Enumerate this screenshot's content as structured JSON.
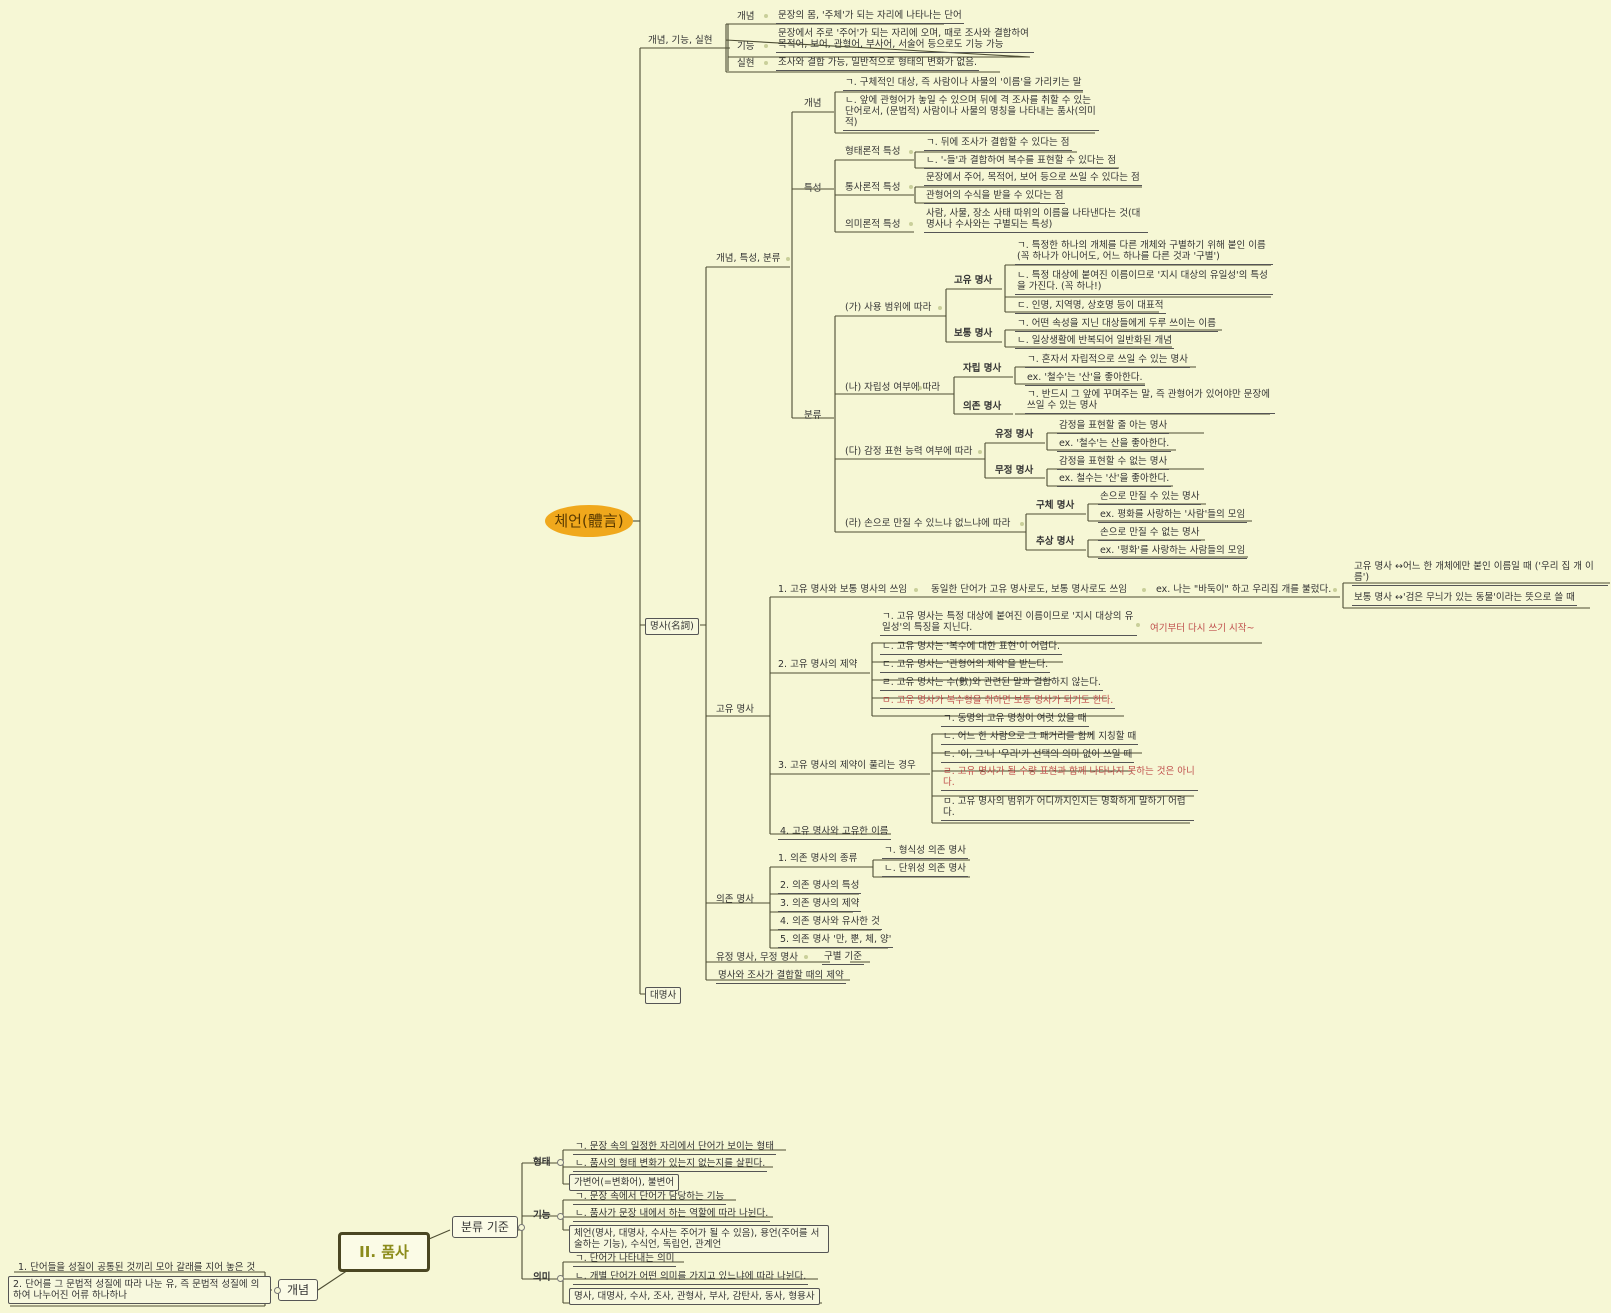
{
  "central": "체언(體言)",
  "branch1": {
    "label": "개념, 기능, 실현",
    "items": [
      {
        "label": "개념",
        "desc": "문장의 몸, '주체'가 되는 자리에 나타나는 단어"
      },
      {
        "label": "기능",
        "desc": "문장에서 주로 '주어'가 되는 자리에 오며, 때로 조사와 결합하여 목적어, 보어, 관형어, 부사어, 서술어 등으로도 기능 가능"
      },
      {
        "label": "실현",
        "desc": "조사와 결합 가능, 일반적으로 형태의 변화가 없음."
      }
    ]
  },
  "noun": {
    "label": "명사(名詞)",
    "overview": {
      "label": "개념, 특성, 분류",
      "concept": {
        "label": "개념",
        "items": [
          "ㄱ. 구체적인 대상, 즉 사람이나 사물의 '이름'을 가리키는 말",
          "ㄴ. 앞에 관형어가 놓일 수 있으며 뒤에 격 조사를 취할 수 있는 단어로서, (문법적) 사람이나 사물의 명칭을 나타내는 품사(의미적)"
        ]
      },
      "traits": {
        "label": "특성",
        "morph": {
          "label": "형태론적 특성",
          "items": [
            "ㄱ. 뒤에 조사가 결합할 수 있다는 점",
            "ㄴ. '-들'과 결합하여 복수를 표현할 수 있다는 점"
          ]
        },
        "syntax": {
          "label": "통사론적 특성",
          "items": [
            "문장에서 주어, 목적어, 보어 등으로 쓰일 수 있다는 점",
            "관형어의 수식을 받을 수 있다는 점"
          ]
        },
        "meaning": {
          "label": "의미론적 특성",
          "desc": "사람, 사물, 장소 사태 따위의 이름을 나타낸다는 것(대명사나 수사와는 구별되는 특성)"
        }
      },
      "classification": {
        "label": "분류",
        "scope": {
          "label": "(가) 사용 범위에 따라",
          "proper": {
            "label": "고유 명사",
            "items": [
              "ㄱ. 특정한 하나의 개체를 다른 개체와 구별하기 위해 붙인 이름 (꼭 하나가 아니어도, 어느 하나를 다른 것과 '구별')",
              "ㄴ. 특정 대상에 붙여진 이름이므로 '지시 대상의 유일성'의 특성을 가진다. (꼭 하나!)",
              "ㄷ. 인명, 지역명, 상호명 등이 대표적"
            ]
          },
          "common": {
            "label": "보통 명사",
            "items": [
              "ㄱ. 어떤 속성을 지닌 대상들에게 두루 쓰이는 이름",
              "ㄴ. 일상생활에 반복되어 일반화된 개념"
            ]
          }
        },
        "indep": {
          "label": "(나) 자립성 여부에 따라",
          "free": {
            "label": "자립 명사",
            "items": [
              "ㄱ. 혼자서 자립적으로 쓰일 수 있는 명사",
              "ex. '철수'는 '산'을 좋아한다."
            ]
          },
          "bound": {
            "label": "의존 명사",
            "desc": "ㄱ. 반드시 그 앞에 꾸며주는 말, 즉 관형어가 있어야만 문장에 쓰일 수 있는 명사"
          }
        },
        "emotion": {
          "label": "(다) 감정 표현 능력 여부에 따라",
          "animate": {
            "label": "유정 명사",
            "items": [
              "감정을 표현할 줄 아는 명사",
              "ex. '철수'는 산을 좋아한다."
            ]
          },
          "inanimate": {
            "label": "무정 명사",
            "items": [
              "감정을 표현할 수 없는 명사",
              "ex. 철수는 '산'을 좋아한다."
            ]
          }
        },
        "touch": {
          "label": "(라) 손으로 만질 수 있느냐 없느냐에 따라",
          "concrete": {
            "label": "구체 명사",
            "items": [
              "손으로 만질 수 있는 명사",
              "ex. 평화를 사랑하는 '사람'들의 모임"
            ]
          },
          "abstract": {
            "label": "추상 명사",
            "items": [
              "손으로 만질 수 없는 명사",
              "ex. '평화'를 사랑하는 사람들의 모임"
            ]
          }
        }
      }
    },
    "proper_noun": {
      "label": "고유 명사",
      "usage": {
        "label": "1. 고유 명사와 보통 명사의 쓰임",
        "desc": "동일한 단어가 고유 명사로도, 보통 명사로도 쓰임",
        "example": "ex. 나는 \"바둑이\" 하고 우리집 개를 불렀다.",
        "notes": [
          "고유 명사 ↔어느 한 개체에만 붙인 이름일 때 ('우리 집 개 이름')",
          "보통 명사 ↔'검은 무늬가 있는 동물'이라는 뜻으로 쓸 때"
        ]
      },
      "limits": {
        "label": "2. 고유 명사의 제약",
        "items": [
          "ㄱ. 고유 명사는 특정 대상에 붙여진 이름이므로 '지시 대상의 유일성'의 특징을 지닌다.",
          "ㄴ. 고유 명사는 '복수에 대한 표현'이 어렵다.",
          "ㄷ. 고유 명사는 '관형어의 제약'을 받는다.",
          "ㄹ. 고유 명사는 수(數)와 관련된 말과 결합하지 않는다.",
          "ㅁ. 고유 명사가 복수형을 취하면 보통 명사가 되기도 한다."
        ],
        "note": "여기부터 다시 쓰기 시작~"
      },
      "release": {
        "label": "3. 고유 명사의 제약이 풀리는 경우",
        "items": [
          "ㄱ. 동명의 고유 명칭이 여럿 있을 때",
          "ㄴ. 어느 한 사람으로 그 패거리를 함께 지칭할 때",
          "ㄷ. '이, 그'나 '우리'가 선택의 의미 없이 쓰일 때",
          "ㄹ. 고유 명사가 될 수량 표현과 함께 나타나지 못하는 것은 아니다.",
          "ㅁ. 고유 명사의 범위가 어디까지인지는 명확하게 말하기 어렵다."
        ]
      },
      "similar": "4. 고유 명사와 고유한 이름"
    },
    "dependent_noun": {
      "label": "의존 명사",
      "types": {
        "label": "1. 의존 명사의 종류",
        "items": [
          "ㄱ. 형식성 의존 명사",
          "ㄴ. 단위성 의존 명사"
        ]
      },
      "others": [
        "2. 의존 명사의 특성",
        "3. 의존 명사의 제약",
        "4. 의존 명사와 유사한 것",
        "5. 의존 명사 '만, 뿐, 체, 양'"
      ]
    },
    "animate_pair": {
      "label": "유정 명사, 무정 명사",
      "child": "구별 기준"
    },
    "particle_limit": "명사와 조사가 결합할 때의 제약"
  },
  "pronoun": "대명사",
  "pos": {
    "title": "II. 품사",
    "concept": {
      "label": "개념",
      "items": [
        "1. 단어들을 성질이 공통된 것끼리 모아 갈래를 지어 놓은 것",
        "2. 단어를 그 문법적 성질에 따라 나눈 유, 즉 문법적 성질에 의하여 나누어진 어류 하나하나"
      ]
    },
    "criteria": {
      "label": "분류 기준",
      "form": {
        "label": "형태",
        "items": [
          "ㄱ. 문장 속의 일정한 자리에서 단어가 보이는 형태",
          "ㄴ. 품사의 형태 변화가 있는지 없는지를 살핀다."
        ],
        "boxed": "가변어(=변화어), 불변어"
      },
      "function": {
        "label": "기능",
        "items": [
          "ㄱ. 문장 속에서 단어가 담당하는 기능",
          "ㄴ. 품사가 문장 내에서 하는 역할에 따라 나뉜다."
        ],
        "boxed": "체언(명사, 대명사, 수사는 주어가 될 수 있음), 용언(주어를 서술하는 기능), 수식언, 독립언, 관계언"
      },
      "meaning": {
        "label": "의미",
        "items": [
          "ㄱ. 단어가 나타내는 의미",
          "ㄴ. 개별 단어가 어떤 의미를 가지고 있느냐에 따라 나뉜다."
        ],
        "boxed": "명사, 대명사, 수사, 조사, 관형사, 부사, 감탄사, 동사, 형용사"
      }
    }
  }
}
